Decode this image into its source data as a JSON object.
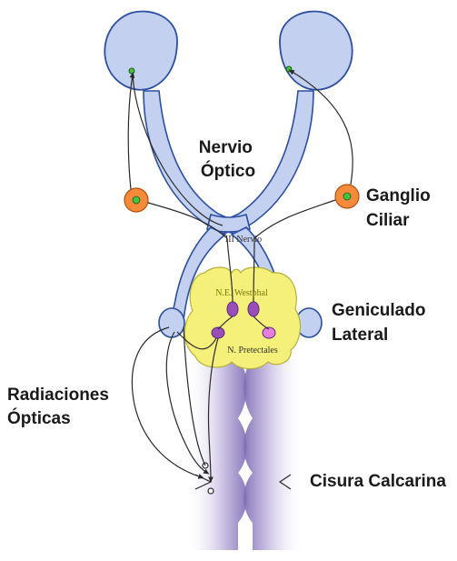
{
  "labels": {
    "nervio_optico": [
      "Nervio",
      "Óptico"
    ],
    "ganglio_ciliar": [
      "Ganglio",
      "Ciliar"
    ],
    "iii_nervio": "III Nervio",
    "ne_westphal": "N.E. Westphal",
    "n_pretectales": "N. Pretectales",
    "geniculado_lateral": [
      "Geniculado",
      "Lateral"
    ],
    "radiaciones_opticas": [
      "Radiaciones",
      "Ópticas"
    ],
    "cisura_calcarina": "Cisura Calcarina"
  },
  "colors": {
    "nerve_fill": "#c3d0f0",
    "nerve_stroke": "#2c4fa0",
    "nucleus_fill": "#f4f07a",
    "ganglion_fill": "#f58a3a",
    "ganglion_core": "#45c23f",
    "nucleus_dots": "#9a4fb8",
    "cortex_fill": "#8f7fc0",
    "fiber_line": "#2a2a2a"
  }
}
